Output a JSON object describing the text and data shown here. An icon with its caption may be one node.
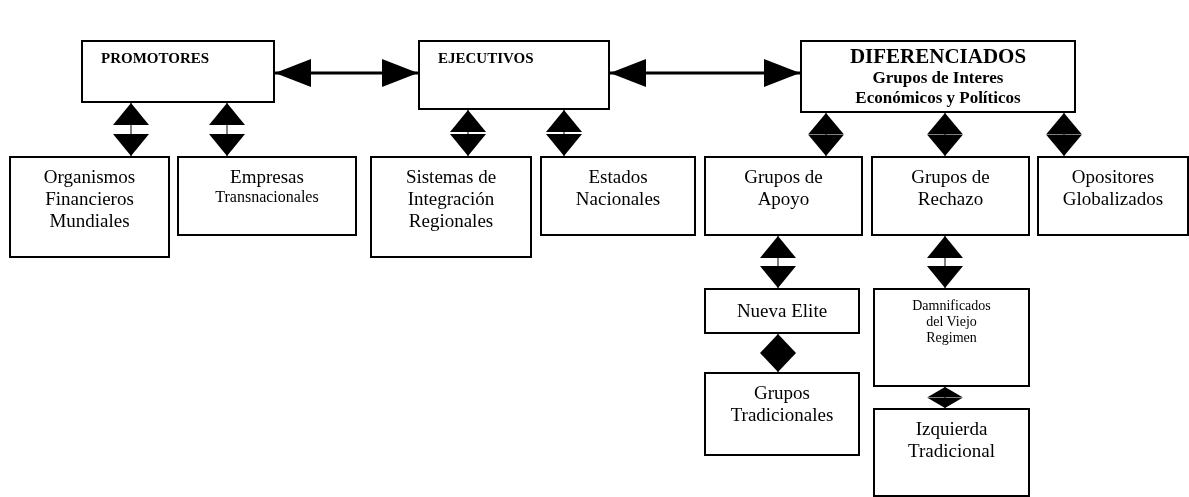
{
  "diagram": {
    "nodes": [
      {
        "text": [
          "PROMOTORES"
        ]
      },
      {
        "text": [
          "EJECUTIVOS"
        ]
      },
      {
        "text": [
          "DIFERENCIADOS",
          "Grupos de Interes Económicos y Políticos"
        ]
      },
      {
        "text": [
          "Organismos Financieros Mundiales"
        ]
      },
      {
        "text": [
          "Empresas",
          "Transnacionales"
        ]
      },
      {
        "text": [
          "Sistemas de Integración Regionales"
        ]
      },
      {
        "text": [
          "Estados Nacionales"
        ]
      },
      {
        "text": [
          "Grupos de Apoyo"
        ]
      },
      {
        "text": [
          "Grupos de Rechazo"
        ]
      },
      {
        "text": [
          "Opositores Globalizados"
        ]
      },
      {
        "text": [
          "Nueva Elite"
        ]
      },
      {
        "text": [
          "Grupos Tradicionales"
        ]
      },
      {
        "text": [
          "Damnificados del Viejo Regimen"
        ]
      },
      {
        "text": [
          "Izquierda Tradicional"
        ]
      }
    ],
    "edges": [
      {
        "from": 0,
        "to": 1,
        "arrow": "both",
        "style": "thick"
      },
      {
        "from": 1,
        "to": 2,
        "arrow": "both",
        "style": "thick"
      },
      {
        "from": 0,
        "to": 3,
        "arrow": "both"
      },
      {
        "from": 0,
        "to": 4,
        "arrow": "both"
      },
      {
        "from": 1,
        "to": 5,
        "arrow": "both"
      },
      {
        "from": 1,
        "to": 6,
        "arrow": "both"
      },
      {
        "from": 2,
        "to": 7,
        "arrow": "both"
      },
      {
        "from": 2,
        "to": 8,
        "arrow": "both"
      },
      {
        "from": 2,
        "to": 9,
        "arrow": "both"
      },
      {
        "from": 7,
        "to": 10,
        "arrow": "both"
      },
      {
        "from": 10,
        "to": 11,
        "arrow": "both"
      },
      {
        "from": 8,
        "to": 12,
        "arrow": "both"
      },
      {
        "from": 12,
        "to": 13,
        "arrow": "both"
      }
    ]
  }
}
